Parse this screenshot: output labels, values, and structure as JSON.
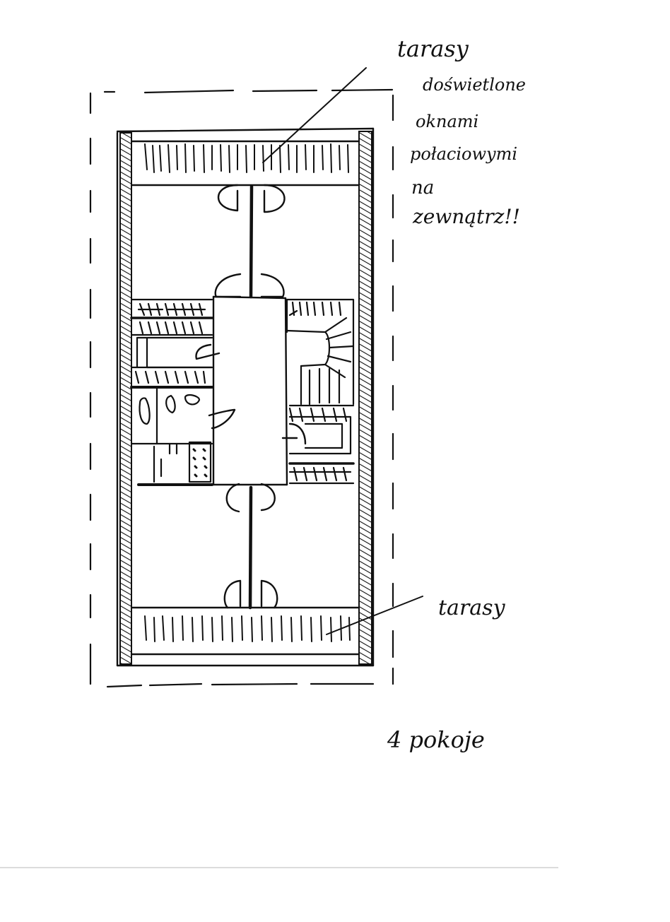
{
  "annotations": {
    "upper_note": {
      "line1": "tarasy",
      "line2": "doświetlone",
      "line3": "oknami",
      "line4": "połaciowymi",
      "line5": "na",
      "line6": "zewnątrz!!"
    },
    "lower_note": "tarasy",
    "room_count": "4 pokoje"
  },
  "colors": {
    "ink": "#111111",
    "paper": "#ffffff"
  }
}
